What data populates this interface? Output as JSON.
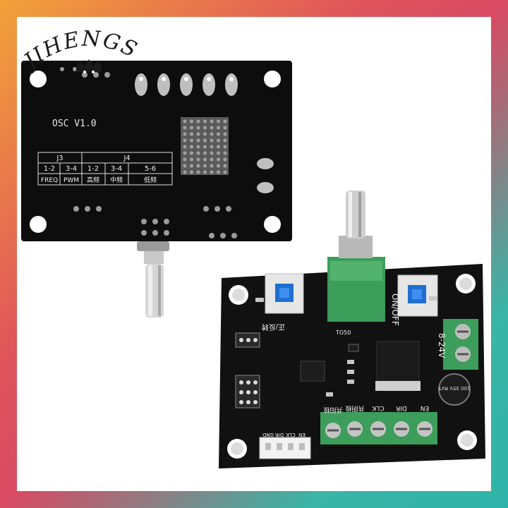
{
  "brand": {
    "name": "JIHENGS"
  },
  "back_board": {
    "version_label": "OSC V1.0",
    "table": {
      "headers": [
        "J3",
        "J4"
      ],
      "row1": [
        "1-2",
        "3-4",
        "1-2",
        "3-4",
        "5-6"
      ],
      "row2": [
        "FREQ",
        "PWM",
        "高频",
        "中频",
        "低频"
      ]
    }
  },
  "front_board": {
    "switch_label": "ON/OFF",
    "power_label": "8-24V",
    "direction_label": "正/反转",
    "chip_label": "TO50",
    "capacitor_label": "100 35V RVT",
    "terminal_labels": [
      "共阳极",
      "共阴极",
      "CLK",
      "DIR",
      "EN"
    ],
    "connector_labels": [
      "GND",
      "DIR",
      "CLK",
      "EN"
    ]
  },
  "colors": {
    "frame_top": "#f2a23a",
    "frame_mid": "#d94a63",
    "frame_bottom": "#2fb3a8",
    "pcb": "#111111",
    "terminal_green": "#3c9e5a",
    "button_blue": "#1f6fd1"
  }
}
